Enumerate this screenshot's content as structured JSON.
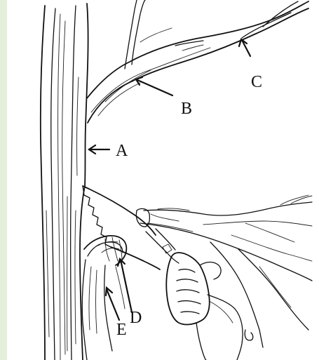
{
  "colors": {
    "page_border": "#e4efd9",
    "background": "#ffffff",
    "ink": "#111111"
  },
  "diagram": {
    "labels": [
      "A",
      "B",
      "C",
      "D",
      "E"
    ]
  }
}
